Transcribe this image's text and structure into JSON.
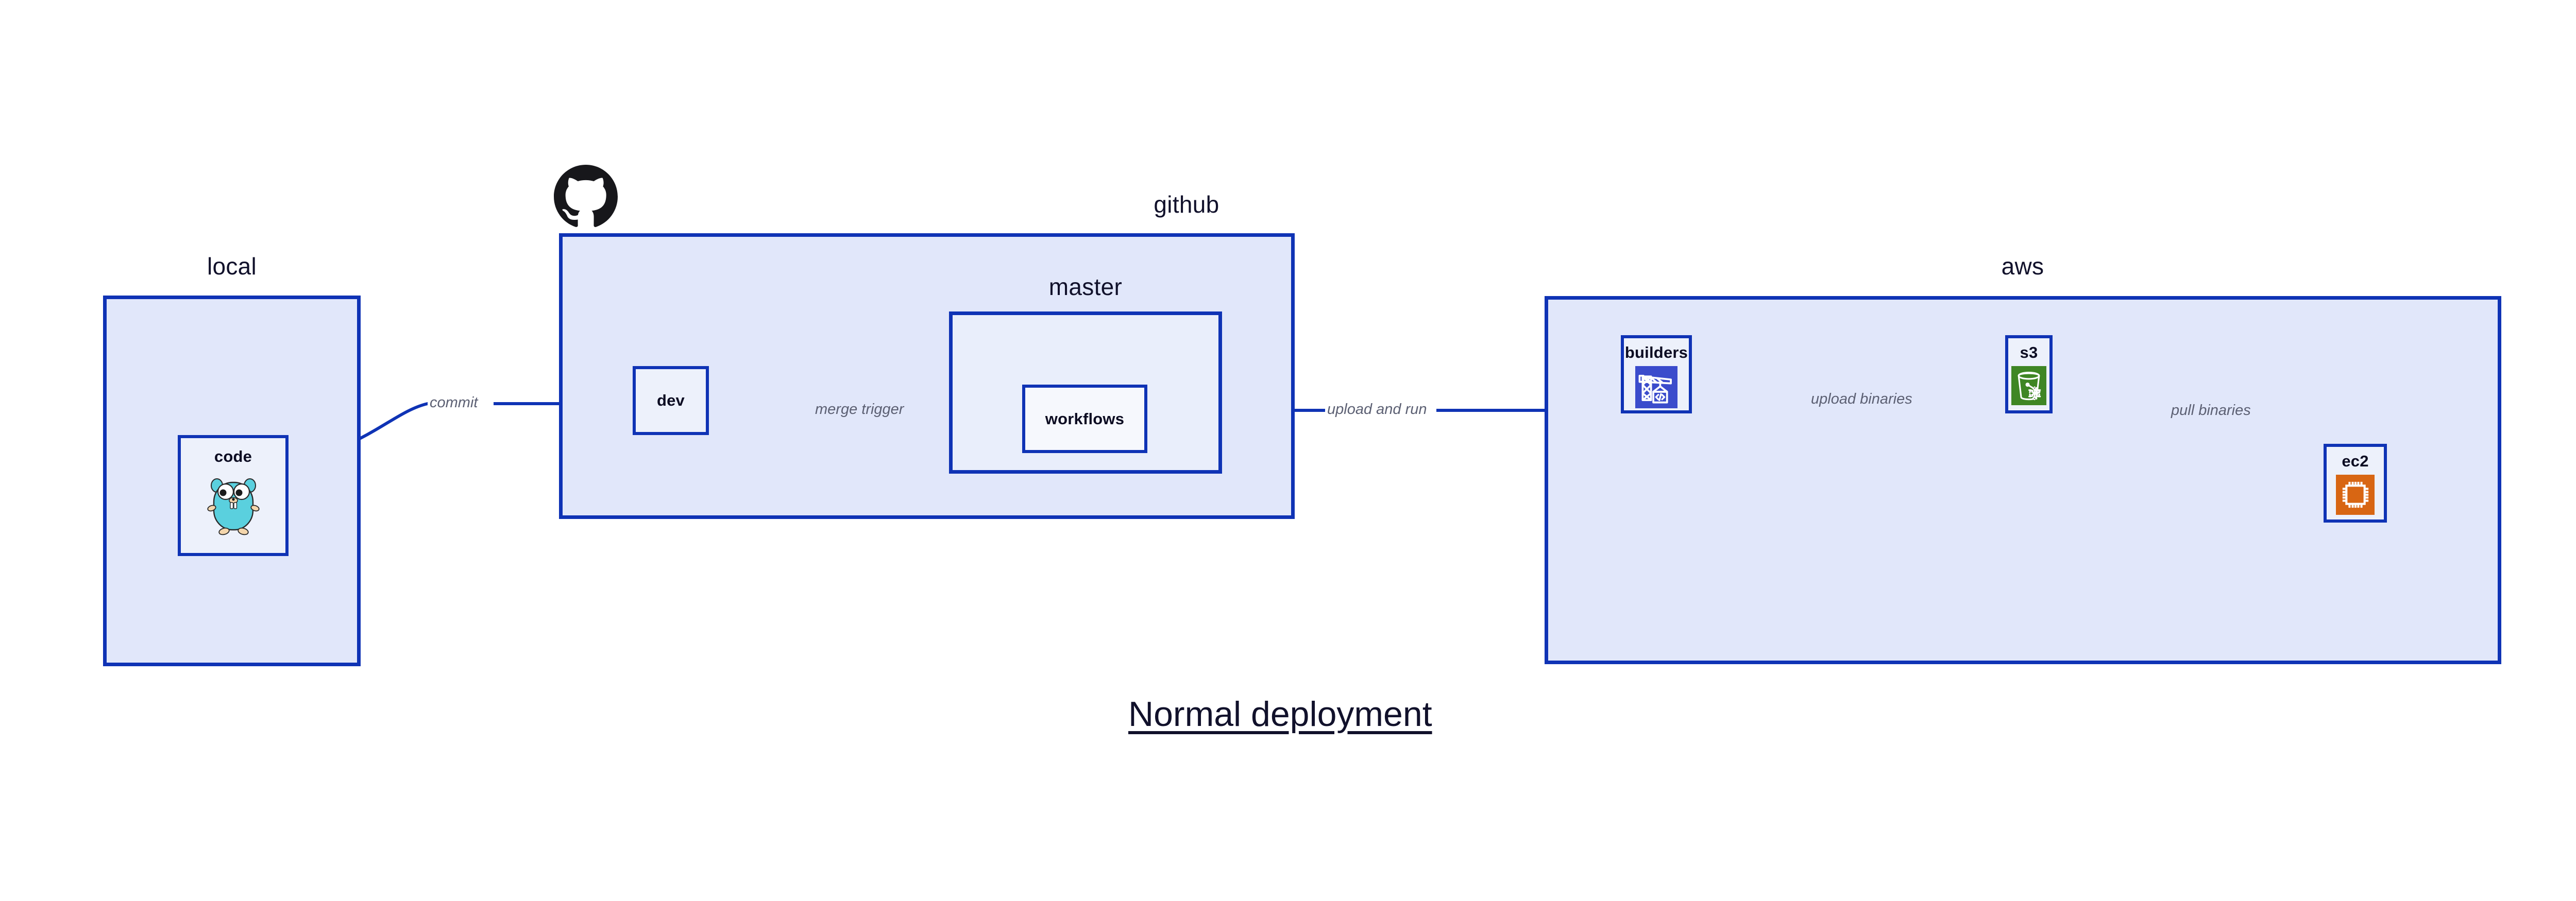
{
  "diagram": {
    "caption": "Normal deployment",
    "background": "#ffffff",
    "accent_color": "#0f33b5",
    "zone_fill": "#e1e7fa",
    "node_fill": "#edf1fb",
    "edge_label_color": "#5c6073"
  },
  "zones": [
    {
      "id": "local",
      "label": "local"
    },
    {
      "id": "github",
      "label": "github"
    },
    {
      "id": "master",
      "label": "master"
    },
    {
      "id": "aws",
      "label": "aws"
    }
  ],
  "nodes": [
    {
      "id": "code",
      "label": "code",
      "icon": "go-gopher-icon",
      "zone": "local"
    },
    {
      "id": "dev",
      "label": "dev",
      "icon": null,
      "zone": "github"
    },
    {
      "id": "workflows",
      "label": "workflows",
      "icon": null,
      "zone": "master"
    },
    {
      "id": "builders",
      "label": "builders",
      "icon": "aws-codebuild-icon",
      "zone": "aws",
      "icon_color": "#3b4ccc"
    },
    {
      "id": "s3",
      "label": "s3",
      "icon": "aws-s3-glacier-icon",
      "zone": "aws",
      "icon_color": "#3f8624"
    },
    {
      "id": "ec2",
      "label": "ec2",
      "icon": "aws-ec2-icon",
      "zone": "aws",
      "icon_color": "#d86613"
    }
  ],
  "edges": [
    {
      "id": "commit",
      "label": "commit",
      "from": "code",
      "to": "dev"
    },
    {
      "id": "merge-trigger",
      "label": "merge trigger",
      "from": "dev",
      "to": "workflows"
    },
    {
      "id": "upload-and-run",
      "label": "upload and run",
      "from": "workflows",
      "to": "builders"
    },
    {
      "id": "upload-binaries",
      "label": "upload binaries",
      "from": "builders",
      "to": "s3"
    },
    {
      "id": "pull-binaries",
      "label": "pull binaries",
      "from": "s3",
      "to": "ec2"
    }
  ],
  "logos": [
    {
      "id": "github-logo",
      "name": "github-mark-icon"
    }
  ]
}
